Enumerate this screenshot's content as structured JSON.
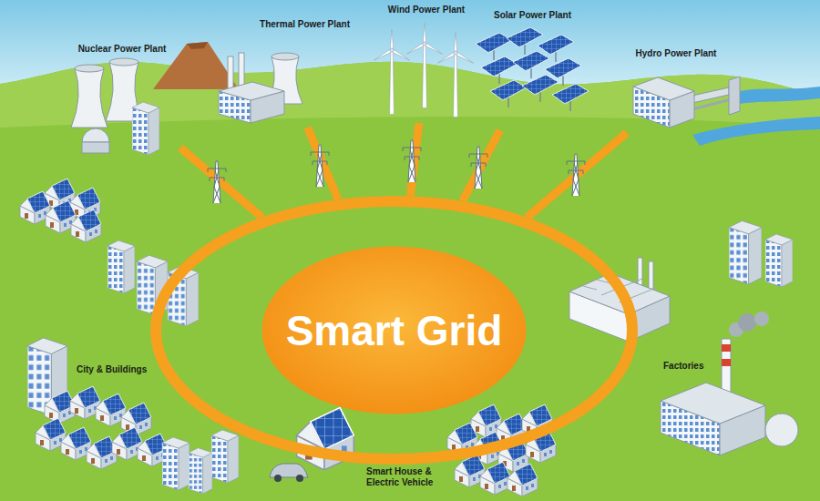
{
  "diagram": {
    "nodes": [
      {
        "text": [
          "Nuclear Power Plant"
        ]
      },
      {
        "text": [
          "Thermal Power Plant"
        ]
      },
      {
        "text": [
          "Wind Power Plant"
        ]
      },
      {
        "text": [
          "Solar Power Plant"
        ]
      },
      {
        "text": [
          "Hydro Power Plant"
        ]
      },
      {
        "text": [
          "Smart Grid"
        ]
      }
    ],
    "edges": [
      {
        "from": 0,
        "to": 5,
        "arrow": "none"
      },
      {
        "from": 1,
        "to": 5,
        "arrow": "none"
      },
      {
        "from": 2,
        "to": 5,
        "arrow": "none"
      },
      {
        "from": 3,
        "to": 5,
        "arrow": "none"
      },
      {
        "from": 4,
        "to": 5,
        "arrow": "none"
      }
    ],
    "labels": [
      "City & Buildings",
      "Factories",
      "Smart House & Electric Vehicle"
    ]
  }
}
